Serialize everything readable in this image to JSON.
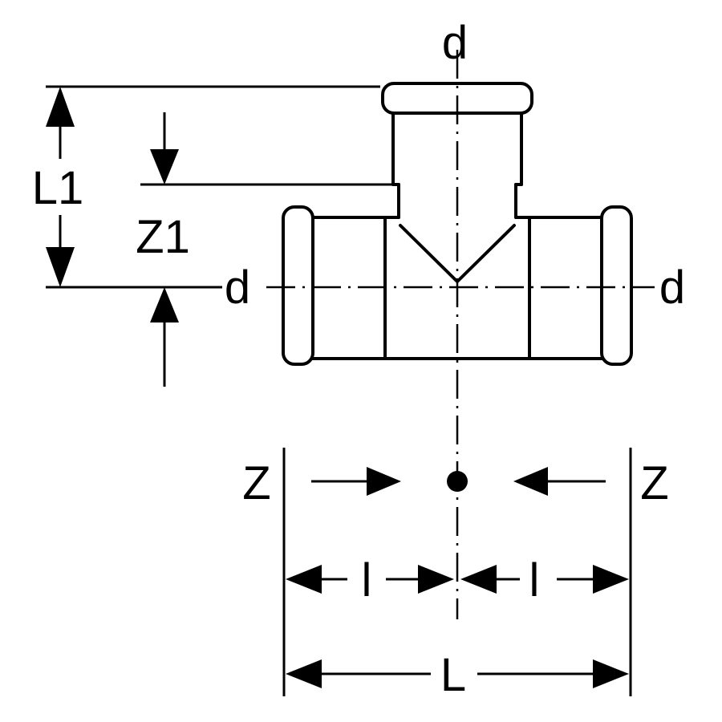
{
  "drawing": {
    "type": "technical-dimension-diagram",
    "labels": {
      "d_top": "d",
      "d_left": "d",
      "d_right": "d",
      "l1": "L1",
      "z1": "Z1",
      "z_left": "Z",
      "z_right": "Z",
      "l_left": "l",
      "l_right": "l",
      "length": "L"
    },
    "colors": {
      "line": "#000000",
      "background": "#ffffff"
    }
  }
}
